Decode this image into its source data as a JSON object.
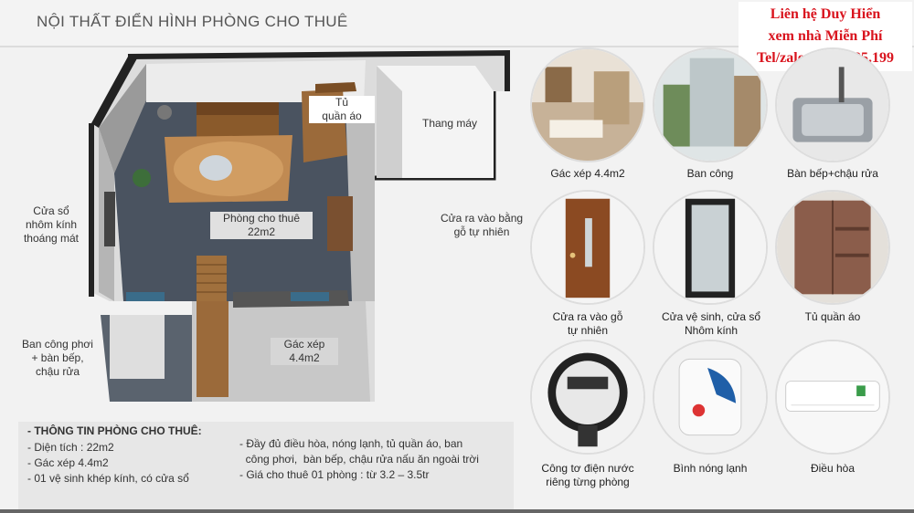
{
  "header": {
    "title": "NỘI THẤT ĐIỂN HÌNH PHÒNG CHO THUÊ"
  },
  "contact": {
    "line1": "Liên hệ Duy Hiển",
    "line2": "xem nhà Miễn Phí",
    "line3": "Tel/zalo: 0866.485.199"
  },
  "plan_labels": {
    "wardrobe": [
      "Tủ",
      "quần áo"
    ],
    "elevator": "Thang máy",
    "window": [
      "Cửa sổ",
      "nhôm kính",
      "thoáng mát"
    ],
    "room": [
      "Phòng cho thuê",
      "22m2"
    ],
    "door": [
      "Cửa ra vào bằng",
      "gỗ tự nhiên"
    ],
    "balcony": [
      "Ban công phơi",
      "+ bàn bếp,",
      "chậu rửa"
    ],
    "loft": [
      "Gác xép",
      "4.4m2"
    ]
  },
  "gallery": [
    {
      "caption": [
        "Gác xép 4.4m2"
      ],
      "icon": "loft-photo"
    },
    {
      "caption": [
        "Ban công"
      ],
      "icon": "balcony-photo"
    },
    {
      "caption": [
        "Bàn bếp+chậu rửa"
      ],
      "icon": "sink-photo"
    },
    {
      "caption": [
        "Cửa ra vào gỗ",
        "tự nhiên"
      ],
      "icon": "wood-door-photo"
    },
    {
      "caption": [
        "Cửa vệ sinh, cửa sổ",
        "Nhôm kính"
      ],
      "icon": "glass-door-photo"
    },
    {
      "caption": [
        "Tủ quần áo"
      ],
      "icon": "wardrobe-photo"
    },
    {
      "caption": [
        "Công tơ điện nước",
        "riêng từng phòng"
      ],
      "icon": "meter-photo"
    },
    {
      "caption": [
        "Bình nóng lạnh"
      ],
      "icon": "water-heater-photo"
    },
    {
      "caption": [
        "Điều hòa"
      ],
      "icon": "air-conditioner-photo"
    }
  ],
  "info": {
    "heading": "- THÔNG TIN PHÒNG CHO THUÊ:",
    "left": [
      "- Diện tích : 22m2",
      "- Gác xép 4.4m2",
      "- 01 vệ sinh khép kính, có cửa sổ"
    ],
    "right": [
      "- Đầy đủ điều hòa, nóng lạnh, tủ quần áo, ban",
      "  công phơi,  bàn bếp, chậu rửa nấu ăn ngoài trời",
      "- Giá cho thuê 01 phòng : từ 3.2 – 3.5tr"
    ]
  }
}
